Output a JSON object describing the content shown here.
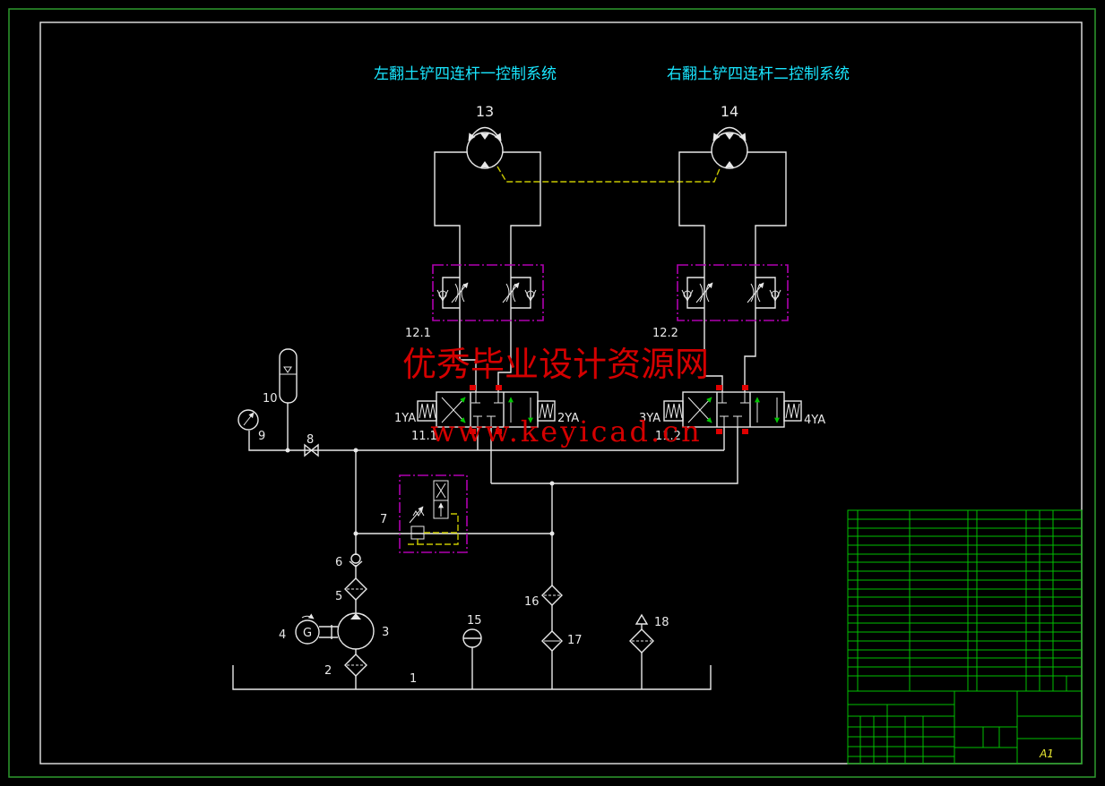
{
  "titles": {
    "left_system": "左翻土铲四连杆一控制系统",
    "right_system": "右翻土铲四连杆二控制系统"
  },
  "labels": {
    "c1": "1",
    "c2": "2",
    "c3": "3",
    "c4": "4",
    "c5": "5",
    "c6": "6",
    "c7": "7",
    "c8": "8",
    "c9": "9",
    "c10": "10",
    "c11_1": "11.1",
    "c11_2": "11.2",
    "c12_1": "12.1",
    "c12_2": "12.2",
    "c13": "13",
    "c14": "14",
    "c15": "15",
    "c16": "16",
    "c17": "17",
    "c18": "18"
  },
  "solenoids": {
    "s1": "1YA",
    "s2": "2YA",
    "s3": "3YA",
    "s4": "4YA"
  },
  "motor_symbol": "G",
  "watermark": {
    "text": "优秀毕业设计资源网",
    "url": "www.keyicad.cn"
  },
  "title_block": {
    "sheet_size": "A1"
  },
  "colors": {
    "background": "#000000",
    "lines": "#e8e8e8",
    "system_titles": "#19e6ff",
    "watermark": "#d40000",
    "dashed_boxes": "#b000b0",
    "pilot_lines": "#c8c800",
    "title_block_lines": "#00c000",
    "flow_arrows": "#00c800",
    "port_marks": "#e00000"
  }
}
